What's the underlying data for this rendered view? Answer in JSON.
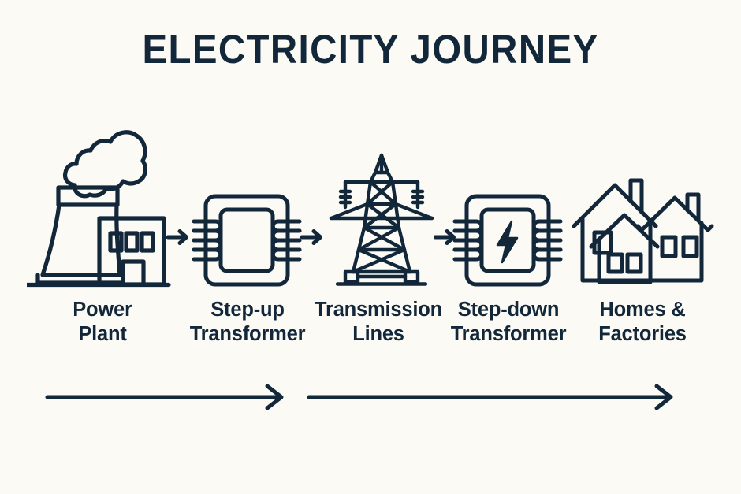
{
  "page": {
    "title": "ELECTRICITY JOURNEY",
    "background_color": "#fbfaf5",
    "ink_color": "#13273a"
  },
  "diagram": {
    "type": "process-flow",
    "orientation": "left-to-right",
    "stages": [
      {
        "id": "power-plant",
        "icon": "power-plant-icon",
        "label_line1": "Power",
        "label_line2": "Plant"
      },
      {
        "id": "step-up-transformer",
        "icon": "transformer-icon",
        "label_line1": "Step-up",
        "label_line2": "Transformer"
      },
      {
        "id": "transmission-lines",
        "icon": "transmission-tower-icon",
        "label_line1": "Transmission",
        "label_line2": "Lines"
      },
      {
        "id": "step-down-transformer",
        "icon": "transformer-bolt-icon",
        "label_line1": "Step-down",
        "label_line2": "Transformer"
      },
      {
        "id": "homes-factories",
        "icon": "houses-icon",
        "label_line1": "Homes &",
        "label_line2": "Factories"
      }
    ],
    "connectors": [
      {
        "id": "connector-1",
        "icon": "arrow-right-icon"
      },
      {
        "id": "connector-2",
        "icon": "arrow-right-icon"
      },
      {
        "id": "connector-3",
        "icon": "arrow-right-icon"
      }
    ],
    "flow_arrows": [
      {
        "id": "flow-arrow-left",
        "icon": "long-arrow-right-icon"
      },
      {
        "id": "flow-arrow-right",
        "icon": "long-arrow-right-icon"
      }
    ]
  }
}
